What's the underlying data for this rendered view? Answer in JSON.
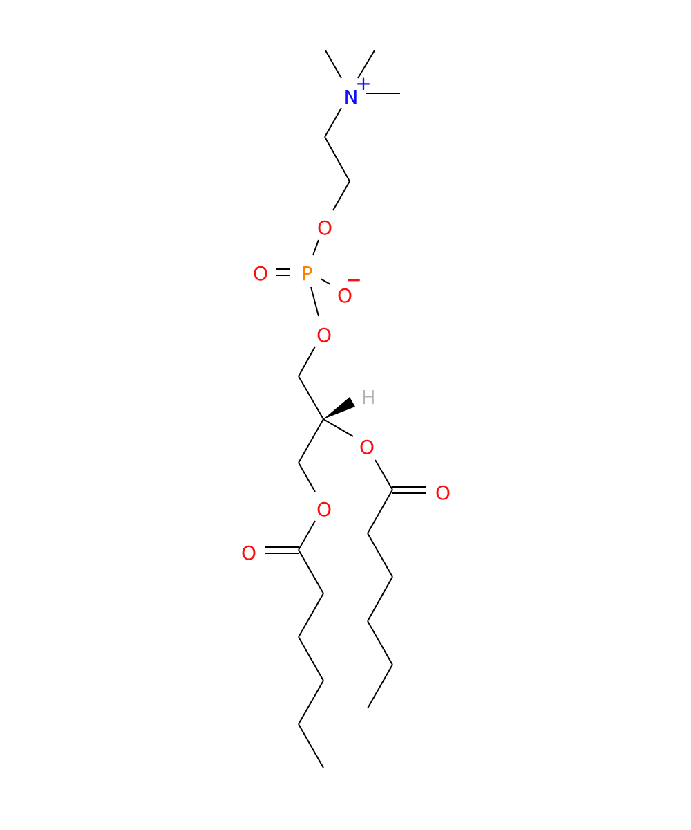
{
  "molecule": {
    "atom_labels": {
      "n_plus": "N",
      "n_charge": "+",
      "o_ether_top": "O",
      "o_double_p": "O",
      "p": "P",
      "o_minus": "O",
      "o_minus_charge": "−",
      "o_ester_p": "O",
      "h": "H",
      "o_sn2": "O",
      "o_carbonyl_right": "O",
      "o_sn1": "O",
      "o_carbonyl_left": "O"
    },
    "colors": {
      "oxygen": "#ff0d0d",
      "nitrogen": "#0d0dff",
      "phosphorus": "#ff8000",
      "hydrogen": "#b4b4b4",
      "bond": "#000000"
    }
  }
}
